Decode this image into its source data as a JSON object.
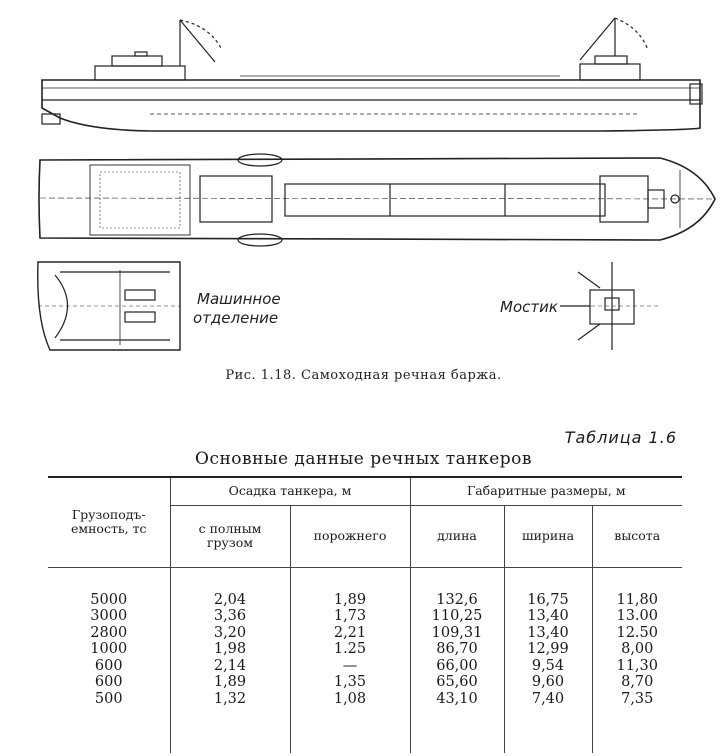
{
  "figure": {
    "labels": {
      "engine_room_line1": "Машинное",
      "engine_room_line2": "отделение",
      "bridge": "Мостик"
    },
    "caption": "Рис. 1.18. Самоходная речная баржа."
  },
  "table": {
    "number": "Таблица 1.6",
    "title": "Основные данные речных танкеров",
    "headers": {
      "capacity": [
        "Грузоподъ-",
        "емность, тс"
      ],
      "draft_group": "Осадка танкера, м",
      "draft_full": [
        "с полным",
        "грузом"
      ],
      "draft_empty": "порожнего",
      "dims_group": "Габаритные размеры, м",
      "length": "длина",
      "width": "ширина",
      "height": "высота"
    },
    "columns": {
      "capacity": [
        "5000",
        "3000",
        "2800",
        "1000",
        "600",
        "600",
        "500"
      ],
      "draft_full": [
        "2,04",
        "3,36",
        "3,20",
        "1,98",
        "2,14",
        "1,89",
        "1,32"
      ],
      "draft_empty": [
        "1,89",
        "1,73",
        "2,21",
        "1.25",
        "—",
        "1,35",
        "1,08"
      ],
      "length": [
        "132,6",
        "110,25",
        "109,31",
        "86,70",
        "66,00",
        "65,60",
        "43,10"
      ],
      "width": [
        "16,75",
        "13,40",
        "13,40",
        "12,99",
        "9,54",
        "9,60",
        "7,40"
      ],
      "height": [
        "11,80",
        "13.00",
        "12.50",
        "8,00",
        "11,30",
        "8,70",
        "7,35"
      ]
    }
  }
}
